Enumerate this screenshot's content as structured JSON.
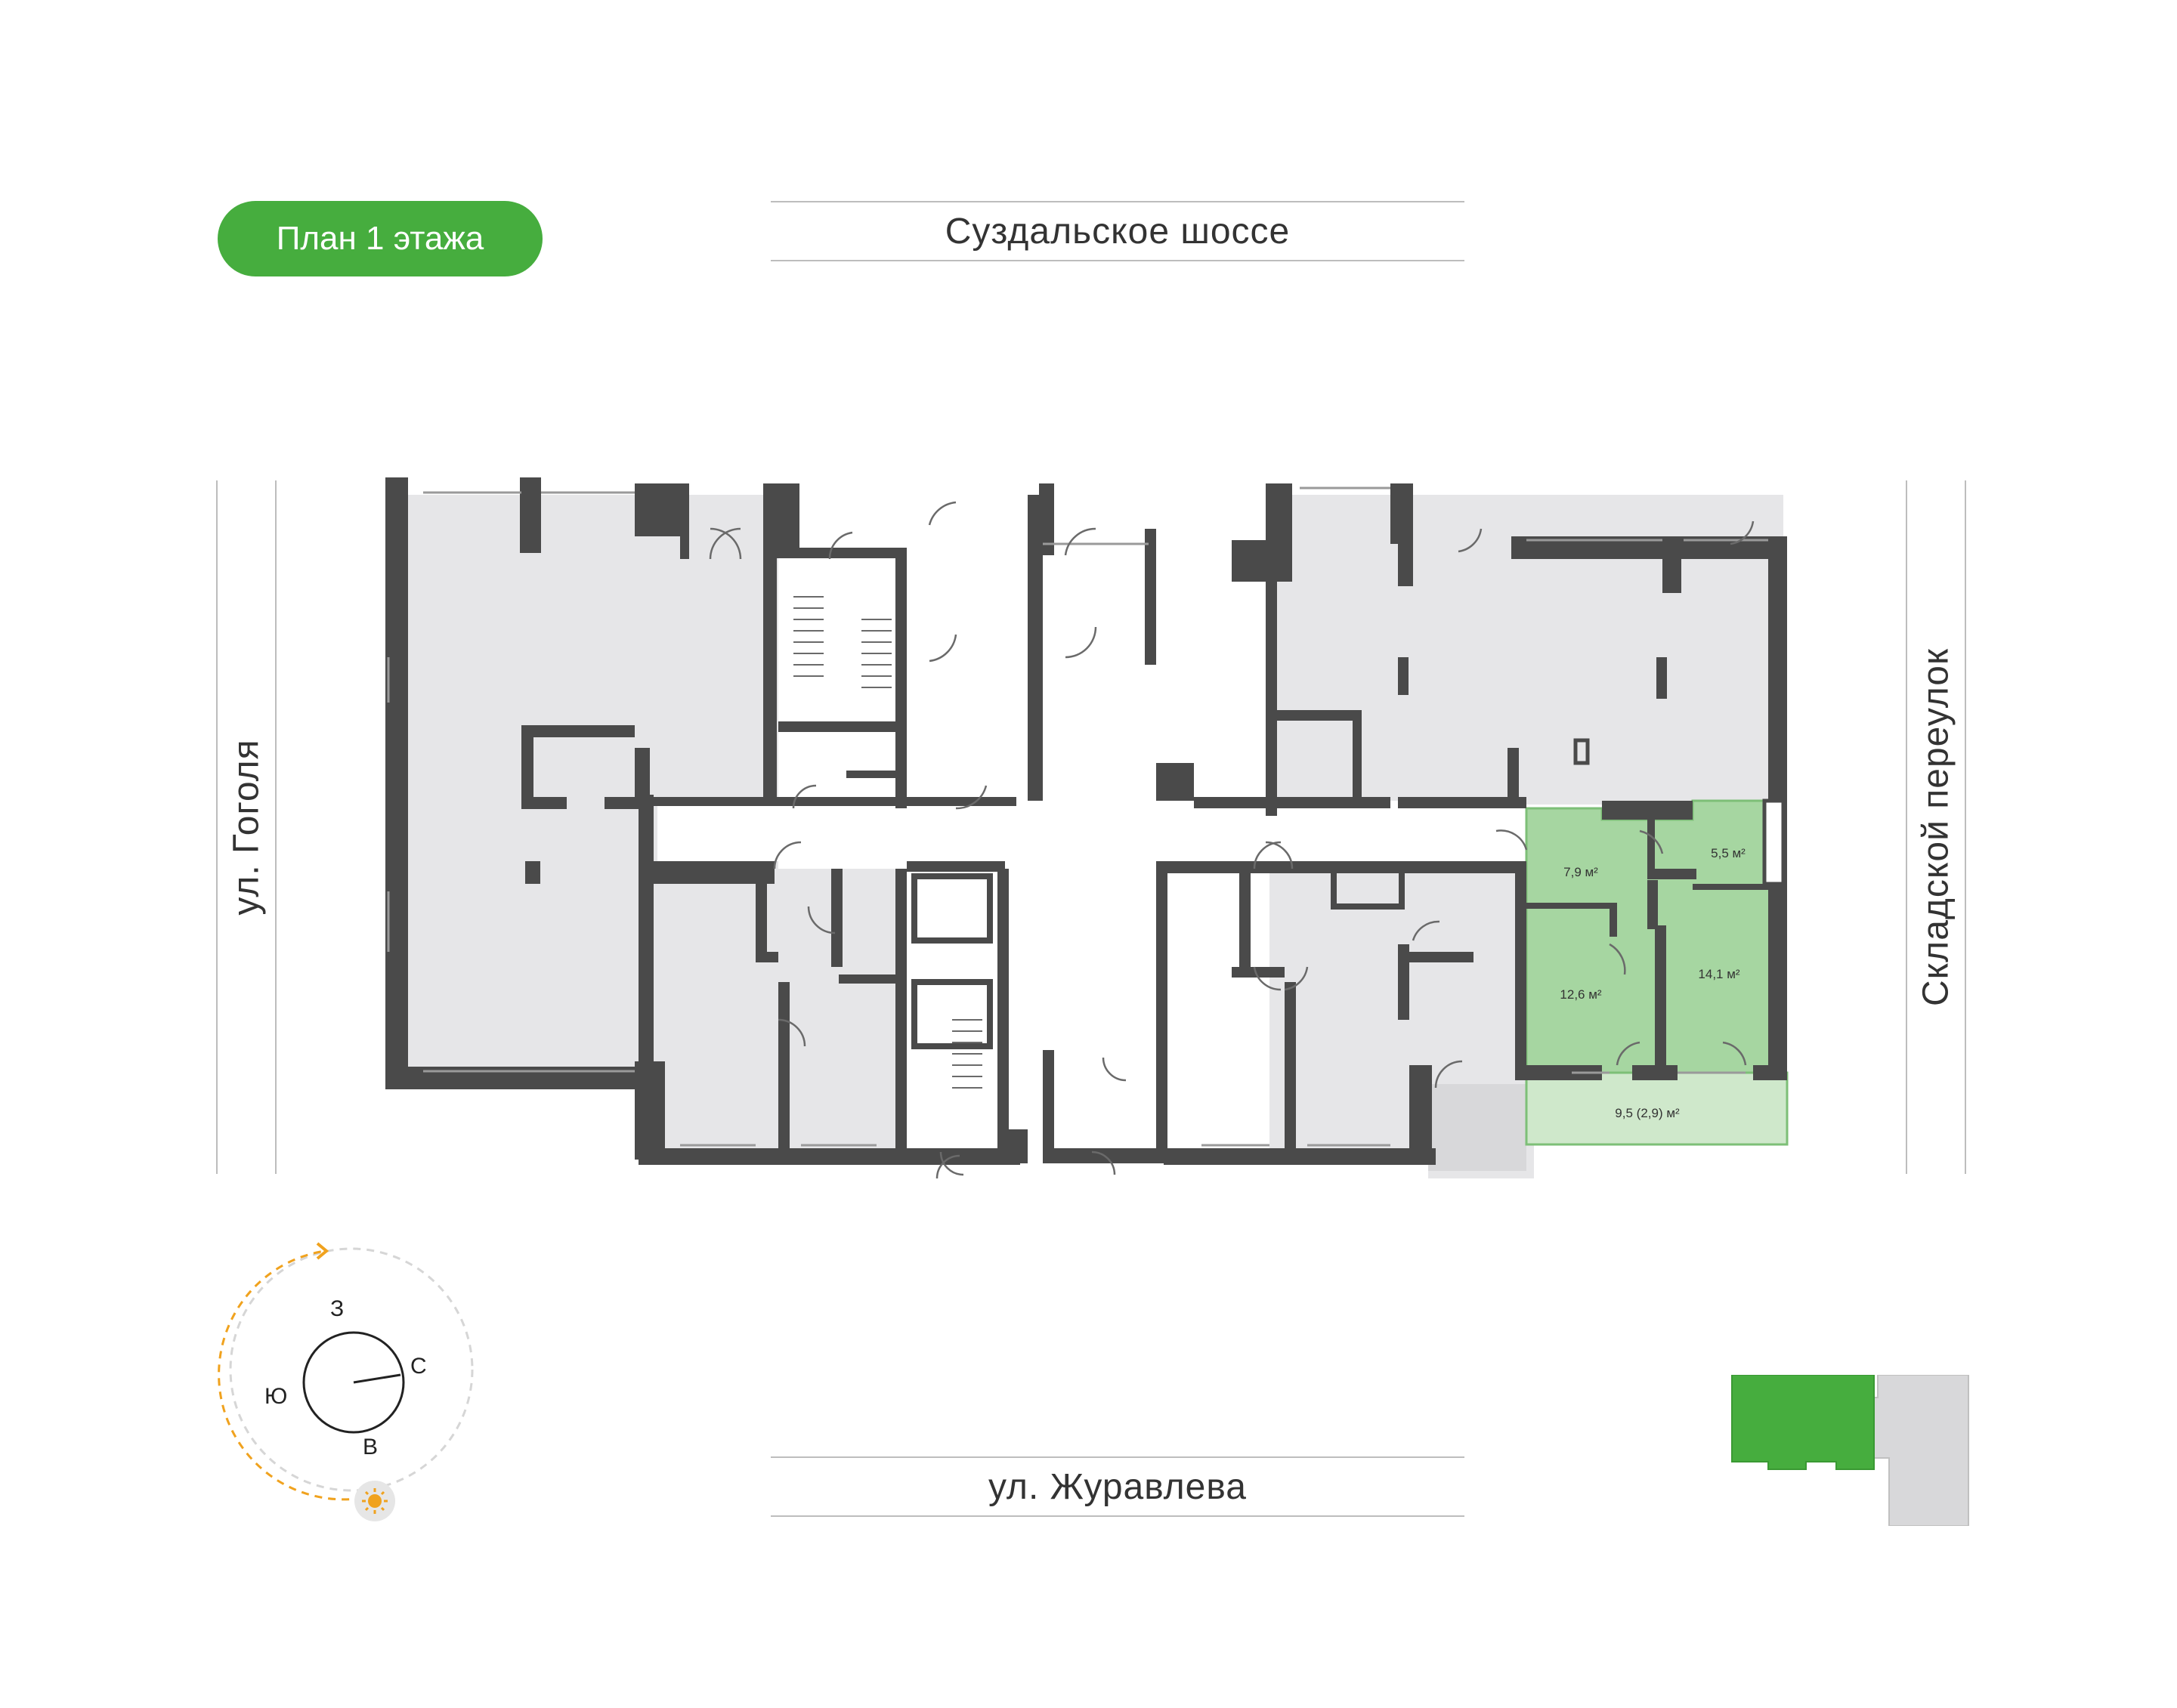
{
  "header": {
    "floor_label": "План 1 этажа"
  },
  "streets": {
    "top": "Суздальское шоссе",
    "bottom": "ул. Журавлева",
    "left": "ул. Гоголя",
    "right": "Складской переулок"
  },
  "apartment": {
    "rooms": [
      {
        "id": "hall",
        "area": "7,9 м²"
      },
      {
        "id": "bathroom",
        "area": "5,5 м²"
      },
      {
        "id": "kitchen",
        "area": "12,6 м²"
      },
      {
        "id": "bedroom",
        "area": "14,1 м²"
      },
      {
        "id": "terrace",
        "area": "9,5 (2,9) м²"
      }
    ],
    "highlight_color": "#a6d6a1",
    "highlight_border": "#7dbf77"
  },
  "compass": {
    "labels": {
      "west": "З",
      "north": "С",
      "south": "Ю",
      "east": "В"
    },
    "sun_icon": "sun-icon",
    "arrow_color": "#f0a21e"
  },
  "colors": {
    "accent": "#46ad3e",
    "wall": "#4a4a4a",
    "floor": "#e6e6e8",
    "site_building_other": "#d8d8da"
  }
}
